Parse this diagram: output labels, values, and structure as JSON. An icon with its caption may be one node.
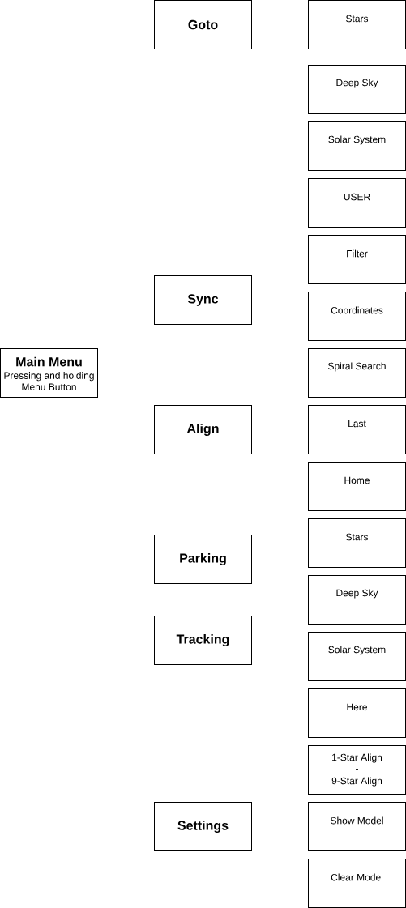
{
  "diagram": {
    "nodes": [
      {
        "text": [
          "Main Menu",
          "Pressing and holding Menu Button"
        ]
      },
      {
        "text": [
          "Goto"
        ]
      },
      {
        "text": [
          "Sync"
        ]
      },
      {
        "text": [
          "Align"
        ]
      },
      {
        "text": [
          "Parking"
        ]
      },
      {
        "text": [
          "Tracking"
        ]
      },
      {
        "text": [
          "Settings"
        ]
      },
      {
        "text": [
          "Stars"
        ]
      },
      {
        "text": [
          "Deep Sky"
        ]
      },
      {
        "text": [
          "Solar System"
        ]
      },
      {
        "text": [
          "USER"
        ]
      },
      {
        "text": [
          "Filter"
        ]
      },
      {
        "text": [
          "Coordinates"
        ]
      },
      {
        "text": [
          "Spiral Search"
        ]
      },
      {
        "text": [
          "Last"
        ]
      },
      {
        "text": [
          "Home"
        ]
      },
      {
        "text": [
          "Stars"
        ]
      },
      {
        "text": [
          "Deep Sky"
        ]
      },
      {
        "text": [
          "Solar System"
        ]
      },
      {
        "text": [
          "Here"
        ]
      },
      {
        "text": [
          "1-Star Align - 9-Star Align"
        ]
      },
      {
        "text": [
          "Show Model"
        ]
      },
      {
        "text": [
          "Clear Model"
        ]
      }
    ]
  }
}
